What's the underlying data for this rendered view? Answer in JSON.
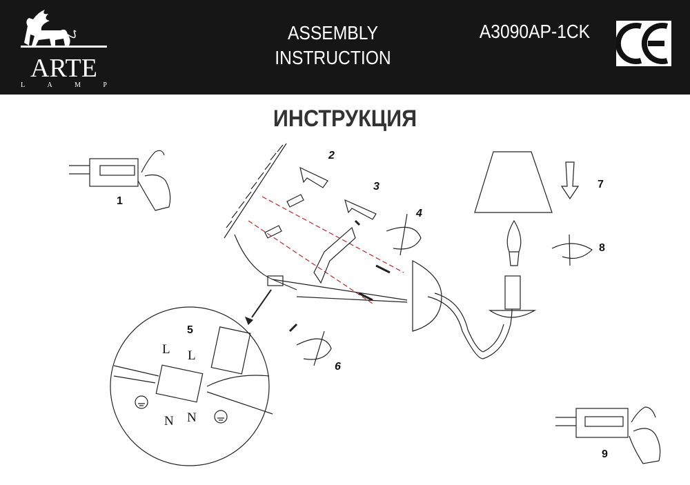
{
  "header": {
    "brand": "ARTE",
    "brand_sub": [
      "L",
      "A",
      "M",
      "P"
    ],
    "title_line1": "ASSEMBLY",
    "title_line2": "INSTRUCTION",
    "model": "A3090AP-1CK",
    "certification": "CE"
  },
  "title_ru": "ИНСТРУКЦИЯ",
  "steps": [
    "1",
    "2",
    "3",
    "4",
    "5",
    "6",
    "7",
    "8",
    "9"
  ],
  "wiring_labels": {
    "live_1": "L",
    "live_2": "L",
    "neutral_1": "N",
    "neutral_2": "N"
  },
  "colors": {
    "header_bg": "#161616",
    "guide_line": "#c0262c"
  }
}
